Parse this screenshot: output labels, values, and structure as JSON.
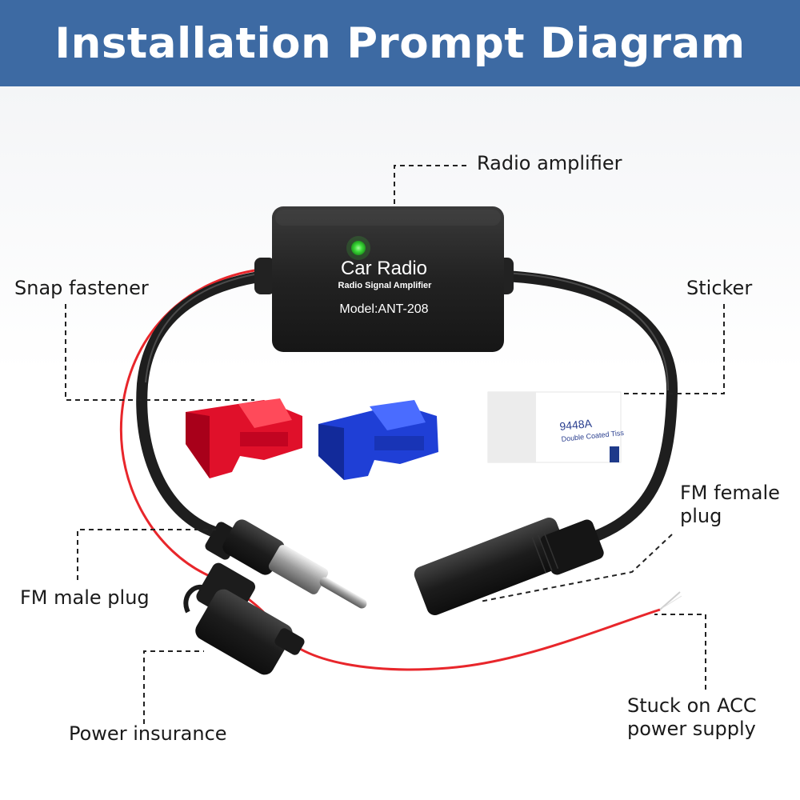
{
  "header": {
    "title": "Installation Prompt Diagram",
    "background": "#3d6aa3"
  },
  "device": {
    "name": "Car Radio",
    "subtitle": "Radio Signal Amplifier",
    "model": "Model:ANT-208",
    "led_color": "#3ddc3a"
  },
  "sticker": {
    "code": "9448A",
    "text": "Double Coated Tiss"
  },
  "labels": {
    "radio_amplifier": "Radio amplifier",
    "snap_fastener": "Snap fastener",
    "sticker": "Sticker",
    "fm_female_plug_line1": "FM female",
    "fm_female_plug_line2": "plug",
    "fm_male_plug": "FM male plug",
    "power_insurance": "Power insurance",
    "acc_line1": "Stuck on ACC",
    "acc_line2": "power supply"
  },
  "colors": {
    "wire_red": "#e8262b",
    "cable_black": "#1e1e1e",
    "fastener_red": "#e0102a",
    "fastener_blue": "#1f3fd6"
  }
}
